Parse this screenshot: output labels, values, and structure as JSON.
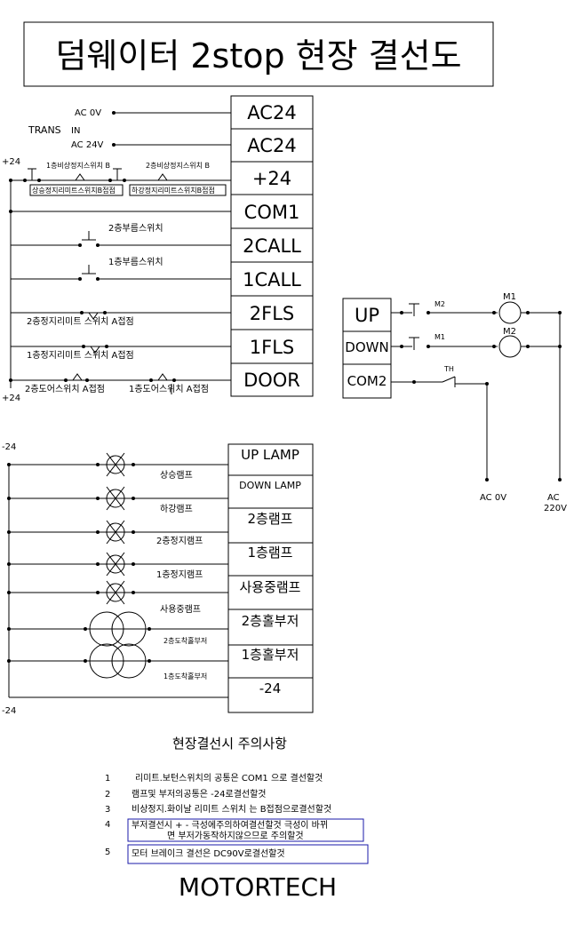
{
  "title": "덤웨이터 2stop 현장 결선도",
  "trans": {
    "ac0v": "AC 0V",
    "label": "TRANS",
    "in": "IN",
    "ac24v": "AC 24V"
  },
  "rails": {
    "plus24_top": "+24",
    "plus24_bottom": "+24",
    "minus24_top": "-24",
    "minus24_bottom": "-24"
  },
  "terminals_top": [
    "AC24",
    "AC24",
    "+24",
    "COM1",
    "2CALL",
    "1CALL",
    "2FLS",
    "1FLS",
    "DOOR"
  ],
  "switches": {
    "emg1_b": "1층비상정지스위치 B",
    "emg2_b": "2층비상정지스위치 B",
    "up_limit_b": "상승정지리미트스위치B접점",
    "down_limit_b": "하강정지리미트스위치B접점",
    "call2": "2층부름스위치",
    "call1": "1층부름스위치",
    "fls2": "2층정지리미트 스위치 A접점",
    "fls1": "1층정지리미트 스위치 A접점",
    "door2": "2층도어스위치 A접점",
    "door1": "1층도어스위치 A접점"
  },
  "motor": {
    "terminals": [
      "UP",
      "DOWN",
      "COM2"
    ],
    "m2_contact": "M2",
    "m1_contact": "M1",
    "m1_coil": "M1",
    "m2_coil": "M2",
    "th": "TH",
    "ac0v": "AC 0V",
    "ac220v_line1": "AC",
    "ac220v_line2": "220V"
  },
  "terminals_bottom": [
    "UP LAMP",
    "DOWN LAMP",
    "2층램프",
    "1층램프",
    "사용중램프",
    "2층홀부저",
    "1층홀부저",
    "-24"
  ],
  "lamps": [
    "상승램프",
    "하강램프",
    "2층정지램프",
    "1층정지램프",
    "사용중램프"
  ],
  "buzzers": [
    "2층도착홀부저",
    "1층도착홀부저"
  ],
  "notes": {
    "title": "현장결선시 주의사항",
    "items": [
      {
        "num": "1",
        "text": "리미트.보턴스위치의 공통은 COM1 으로 결선할것"
      },
      {
        "num": "2",
        "text": "램프및 부저의공통은 -24로결선할것"
      },
      {
        "num": "3",
        "text": "비상정지.화이날 리미트 스위치 는 B접점으로결선할것"
      },
      {
        "num": "4",
        "text": "부저결선시 + - 극성에주의하여결선할것 극성이 바뀌",
        "text2": "면 부저가동작하지않으므로 주의할것"
      },
      {
        "num": "5",
        "text": "모터 브레이크 결선은 DC90V로결선할것"
      }
    ]
  },
  "brand": "MOTORTECH",
  "colors": {
    "line": "#000000",
    "note_box": "#1a1aa8"
  }
}
